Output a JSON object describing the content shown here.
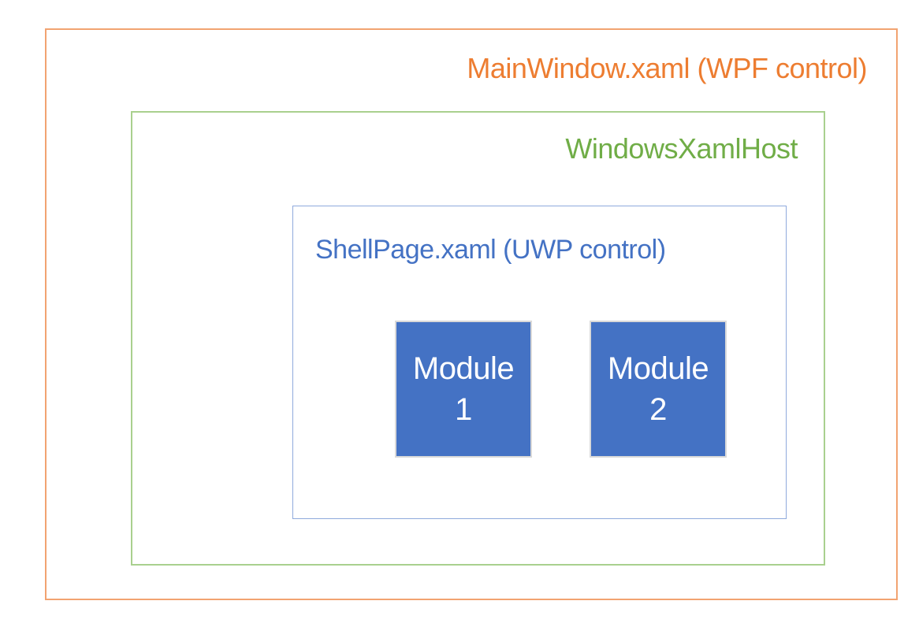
{
  "outer_box": {
    "label": "MainWindow.xaml (WPF control)"
  },
  "host_box": {
    "label": "WindowsXamlHost"
  },
  "shell_box": {
    "label": "ShellPage.xaml (UWP control)"
  },
  "modules": [
    {
      "line1": "Module",
      "line2": "1"
    },
    {
      "line1": "Module",
      "line2": "2"
    }
  ],
  "colors": {
    "outer_text": "#ED7D31",
    "outer_border": "#F2A371",
    "host_text": "#70AD47",
    "host_border": "#A9D08E",
    "shell_text": "#4472C4",
    "shell_border": "#8FAADC",
    "module_fill": "#4472C4",
    "module_border": "#D9D9D9",
    "module_text": "#FFFFFF",
    "background": "#FFFFFF"
  }
}
